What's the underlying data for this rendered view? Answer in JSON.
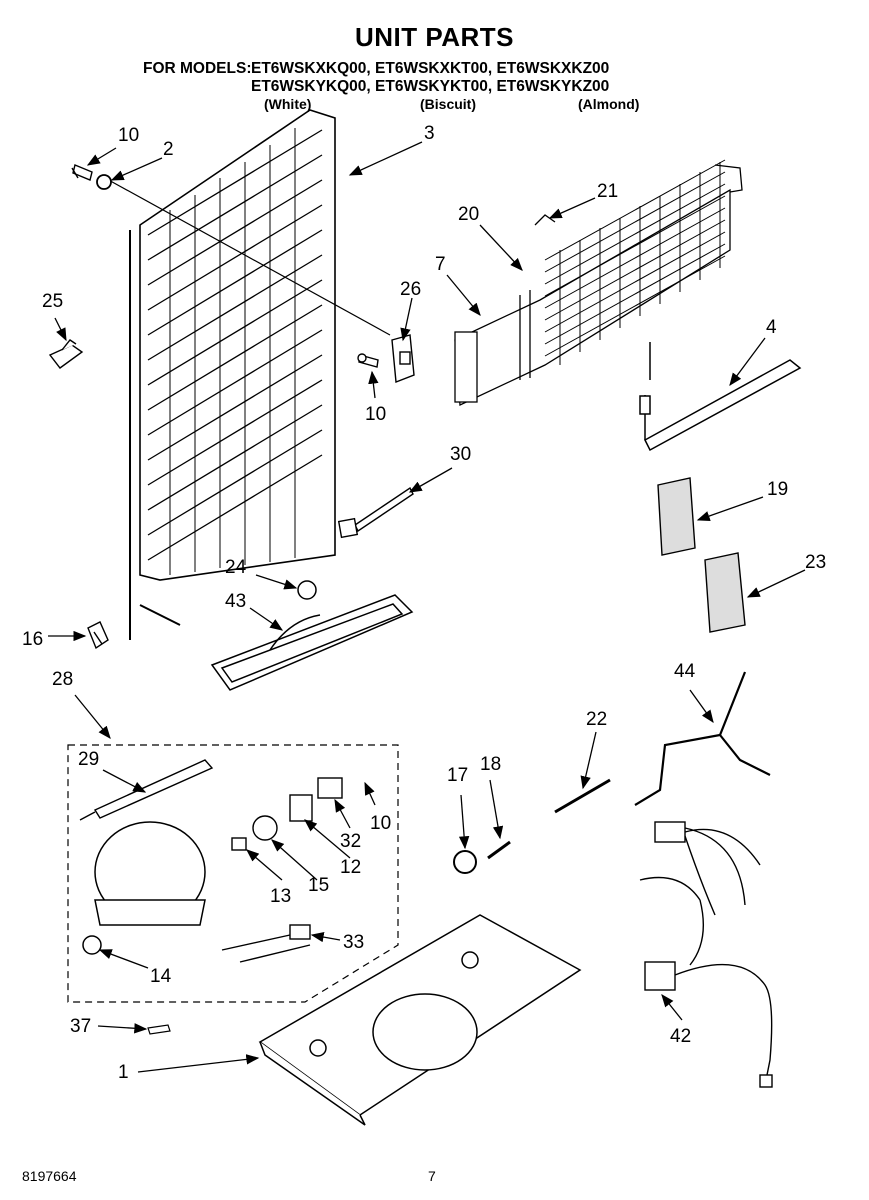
{
  "title": "UNIT PARTS",
  "models": {
    "label": "FOR MODELS:",
    "line1": "ET6WSKXKQ00, ET6WSKXKT00, ET6WSKXKZ00",
    "line2": "ET6WSKYKQ00, ET6WSKYKT00, ET6WSKYKZ00",
    "colors": [
      "(White)",
      "(Biscuit)",
      "(Almond)"
    ]
  },
  "callouts": [
    "10",
    "2",
    "3",
    "21",
    "20",
    "7",
    "26",
    "25",
    "10",
    "4",
    "30",
    "19",
    "23",
    "24",
    "43",
    "16",
    "28",
    "44",
    "29",
    "22",
    "17",
    "18",
    "10",
    "32",
    "12",
    "15",
    "13",
    "33",
    "14",
    "42",
    "37",
    "1"
  ],
  "footer": {
    "doc_number": "8197664",
    "page_number": "7"
  }
}
